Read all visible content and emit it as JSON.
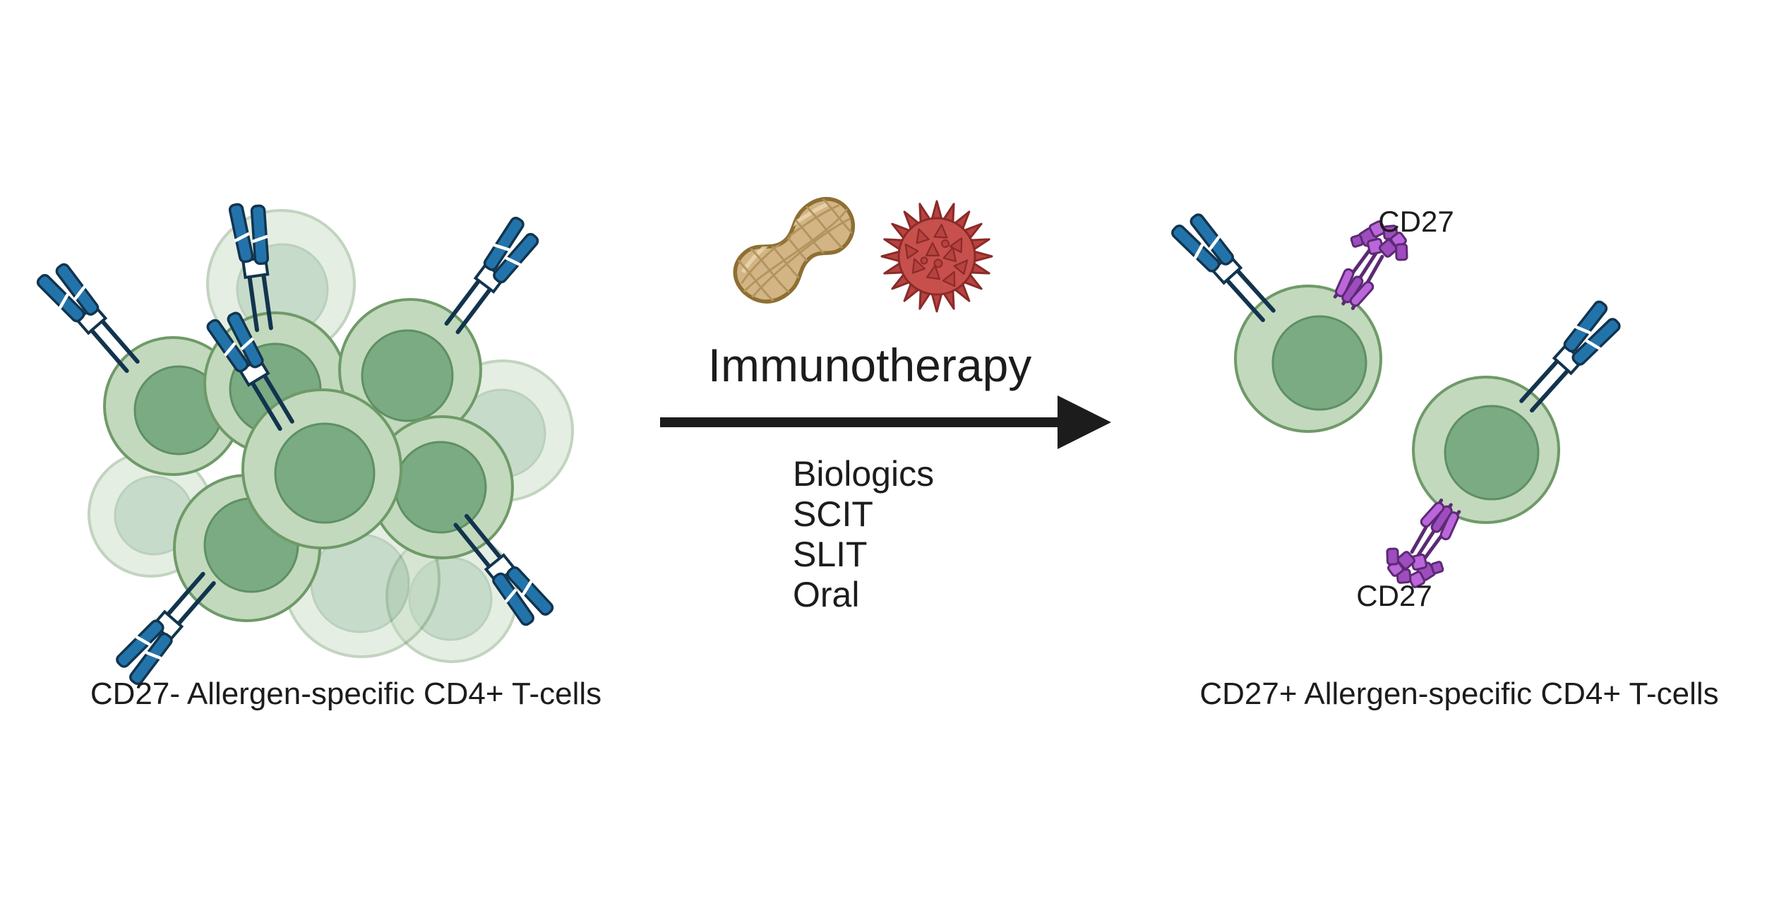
{
  "left_panel": {
    "caption": "CD27- Allergen-specific CD4+ T-cells",
    "cell_icon": "cd4-t-cell-icon",
    "receptor_icon": "tcr-receptor-icon"
  },
  "middle_panel": {
    "allergen_icons": [
      "peanut-allergen-icon",
      "pollen-grain-icon"
    ],
    "arrow_label": "Immunotherapy",
    "arrow_icon": "right-arrow-icon",
    "therapies": [
      "Biologics",
      "SCIT",
      "SLIT",
      "Oral"
    ]
  },
  "right_panel": {
    "caption": "CD27+ Allergen-specific CD4+ T-cells",
    "cell_icon": "cd4-t-cell-icon",
    "receptor_icons": [
      "tcr-receptor-icon",
      "cd27-receptor-icon"
    ],
    "receptor_labels": {
      "top": "CD27",
      "bottom": "CD27"
    }
  },
  "colors": {
    "background": "#ffffff",
    "text": "#1c1c1c",
    "arrow": "#1c1c1c",
    "cell_cytoplasm": "#c2d9bd",
    "cell_border": "#6f9a68",
    "nucleus_fill": "#7bab83",
    "nucleus_border": "#5f8f63",
    "tcr_blue": "#2373ab",
    "tcr_outline": "#12344e",
    "cd27_light_purple": "#bb66da",
    "cd27_dark_purple": "#9d4dbd",
    "cd27_outline": "#5c2a74",
    "peanut_fill": "#d3b484",
    "peanut_outline": "#8e6f33",
    "peanut_lines": "#b1945f",
    "pollen_body": "#c7504c",
    "pollen_spikes": "#b8423f",
    "pollen_outline": "#8a2b29"
  }
}
